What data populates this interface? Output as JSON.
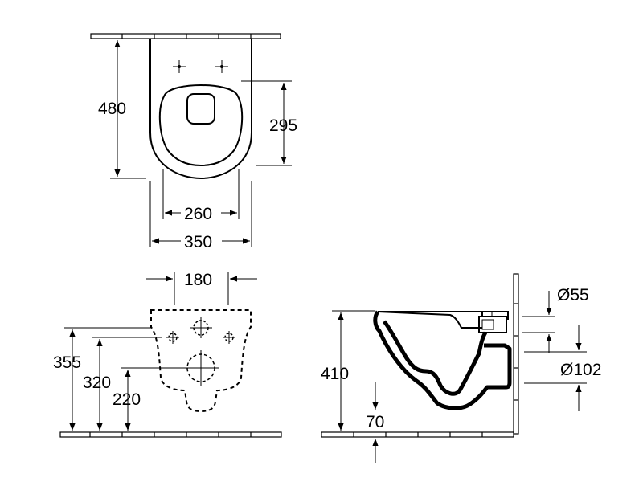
{
  "top_view": {
    "dim_depth": "480",
    "dim_seat": "295",
    "dim_inner_width": "260",
    "dim_outer_width": "350"
  },
  "rear_view": {
    "dim_fixing_spacing": "180",
    "dim_top_height": "355",
    "dim_fixing_height": "320",
    "dim_outlet_height": "220"
  },
  "side_view": {
    "dim_inlet_diameter": "Ø55",
    "dim_height": "410",
    "dim_outlet_diameter": "Ø102",
    "dim_outlet_offset": "70"
  }
}
